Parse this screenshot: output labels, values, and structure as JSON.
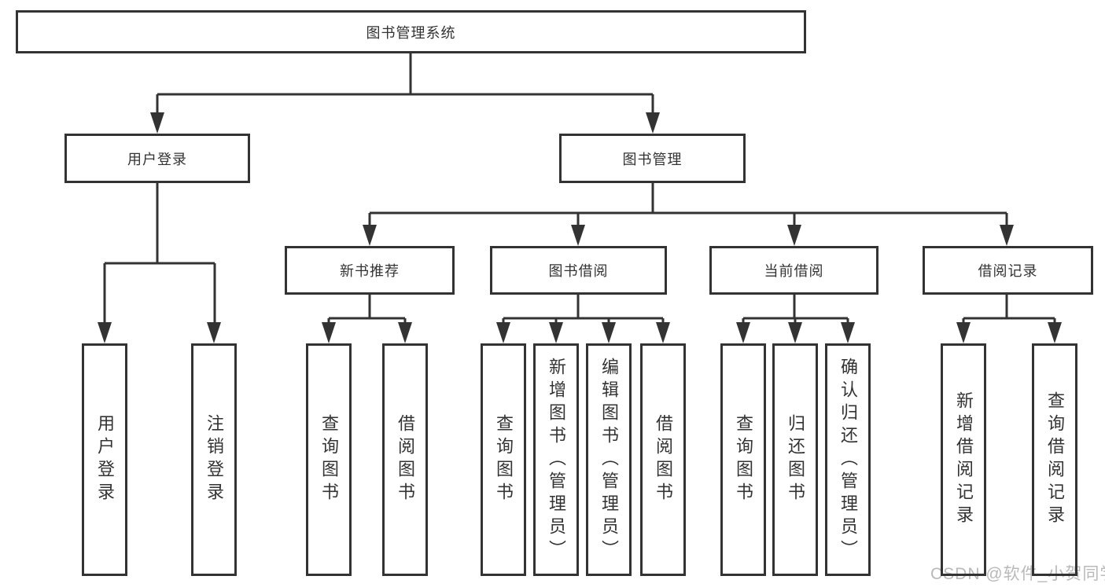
{
  "colors": {
    "line": "#333333",
    "text": "#333333",
    "box_background": "#ffffff",
    "watermark": "#b9b9b9"
  },
  "watermark": "CSDN @软件_小贺同学",
  "tree": {
    "root": {
      "label": "图书管理系统",
      "children": [
        {
          "label": "用户登录",
          "children": [
            {
              "label": "用户登录"
            },
            {
              "label": "注销登录"
            }
          ]
        },
        {
          "label": "图书管理",
          "children": [
            {
              "label": "新书推荐",
              "children": [
                {
                  "label": "查询图书"
                },
                {
                  "label": "借阅图书"
                }
              ]
            },
            {
              "label": "图书借阅",
              "children": [
                {
                  "label": "查询图书"
                },
                {
                  "label": "新增图书（管理员）"
                },
                {
                  "label": "编辑图书（管理员）"
                },
                {
                  "label": "借阅图书"
                }
              ]
            },
            {
              "label": "当前借阅",
              "children": [
                {
                  "label": "查询图书"
                },
                {
                  "label": "归还图书"
                },
                {
                  "label": "确认归还（管理员）"
                }
              ]
            },
            {
              "label": "借阅记录",
              "children": [
                {
                  "label": "新增借阅记录"
                },
                {
                  "label": "查询借阅记录"
                }
              ]
            }
          ]
        }
      ]
    }
  }
}
